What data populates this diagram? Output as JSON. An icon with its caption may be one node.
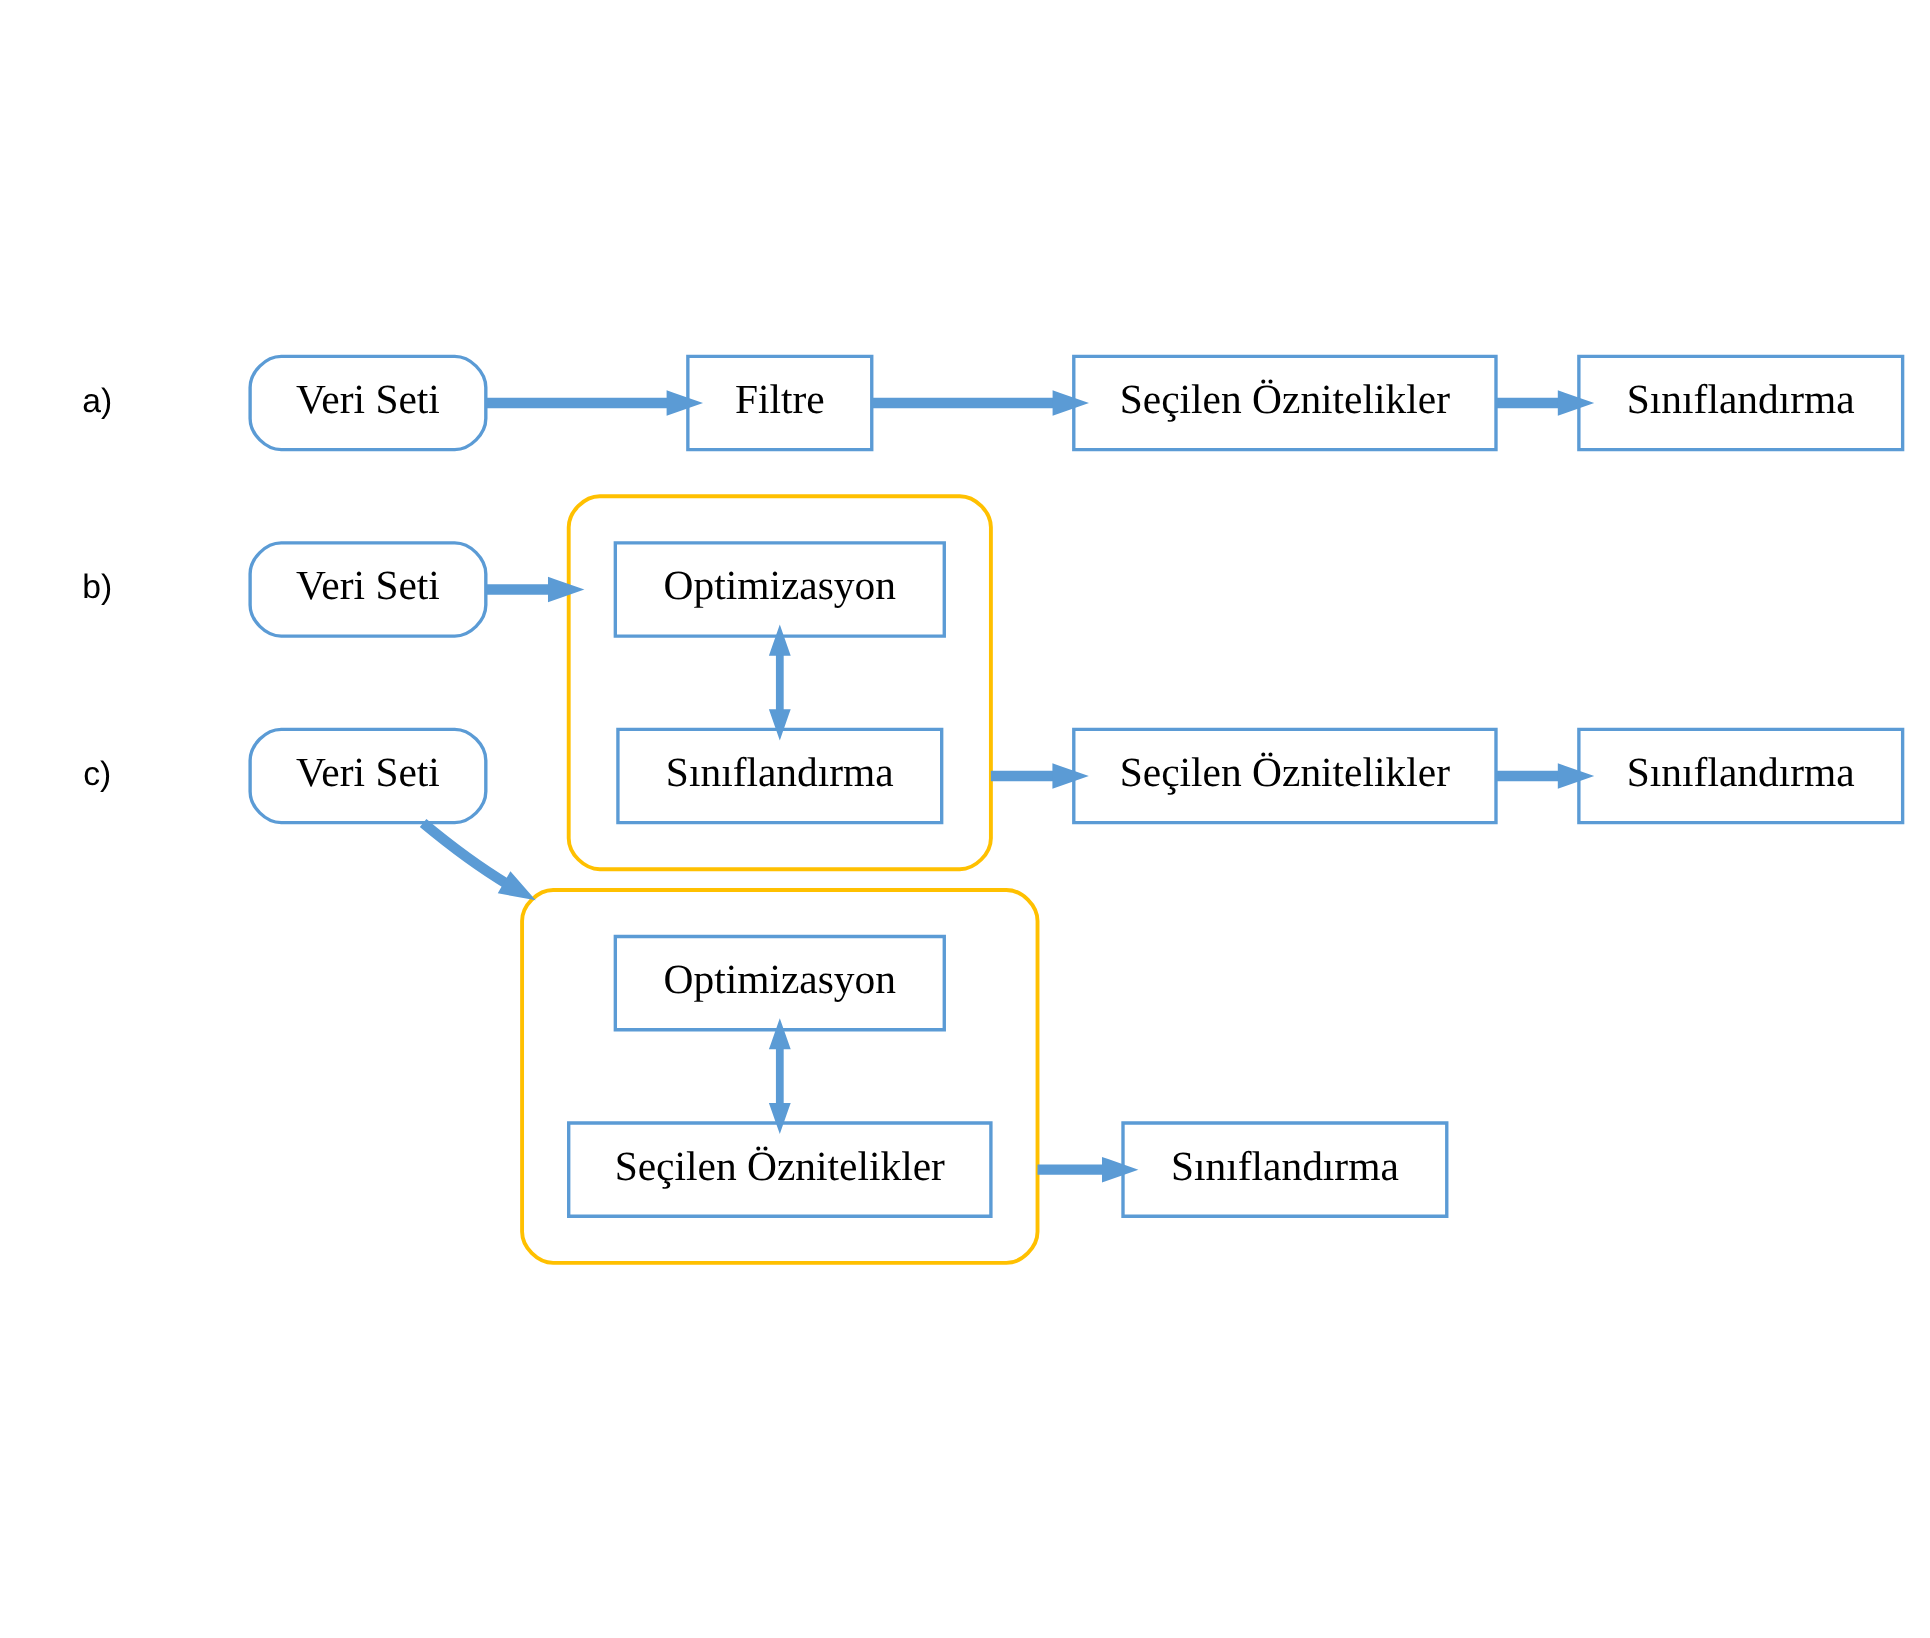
{
  "diagram": {
    "nodes": [
      {
        "text": [
          "Veri Seti"
        ]
      },
      {
        "text": [
          "Filtre"
        ]
      },
      {
        "text": [
          "Seçilen Öznitelikler"
        ]
      },
      {
        "text": [
          "Sınıflandırma"
        ]
      },
      {
        "text": [
          "Veri Seti"
        ]
      },
      {
        "text": [],
        "shape": "box"
      },
      {
        "text": [
          "Optimizasyon"
        ],
        "in": 5
      },
      {
        "text": [
          "Sınıflandırma"
        ],
        "in": 5
      },
      {
        "text": [
          "Seçilen Öznitelikler"
        ]
      },
      {
        "text": [
          "Sınıflandırma"
        ]
      },
      {
        "text": [
          "Veri Seti"
        ]
      },
      {
        "text": [],
        "shape": "box"
      },
      {
        "text": [
          "Optimizasyon"
        ],
        "in": 11
      },
      {
        "text": [
          "Seçilen Öznitelikler"
        ],
        "in": 11
      },
      {
        "text": [
          "Sınıflandırma"
        ]
      }
    ],
    "edges": [
      {
        "from": 0,
        "to": 1,
        "arrow": "to"
      },
      {
        "from": 1,
        "to": 2,
        "arrow": "to"
      },
      {
        "from": 2,
        "to": 3,
        "arrow": "to"
      },
      {
        "from": 4,
        "to": 5,
        "arrow": "to"
      },
      {
        "from": 6,
        "to": 7,
        "arrow": "both"
      },
      {
        "from": 5,
        "to": 8,
        "arrow": "to"
      },
      {
        "from": 8,
        "to": 9,
        "arrow": "to"
      },
      {
        "from": 10,
        "to": 11,
        "arrow": "to"
      },
      {
        "from": 12,
        "to": 13,
        "arrow": "both"
      },
      {
        "from": 11,
        "to": 14,
        "arrow": "to"
      }
    ],
    "labels": [
      "a)",
      "b)",
      "c)"
    ]
  }
}
